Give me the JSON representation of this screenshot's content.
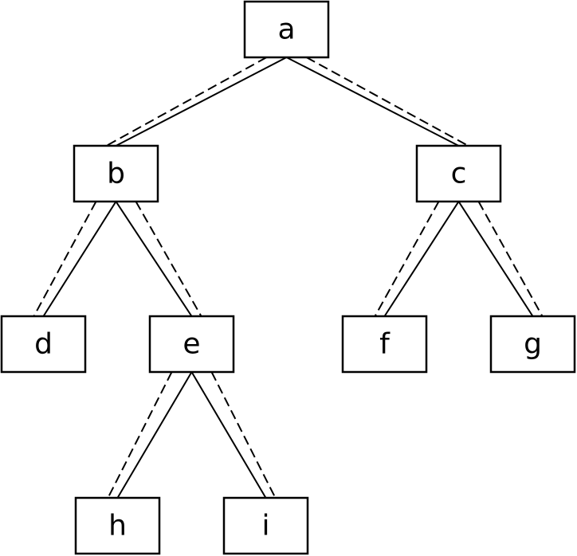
{
  "tree": {
    "nodes": [
      {
        "id": "a",
        "label": "a"
      },
      {
        "id": "b",
        "label": "b"
      },
      {
        "id": "c",
        "label": "c"
      },
      {
        "id": "d",
        "label": "d"
      },
      {
        "id": "e",
        "label": "e"
      },
      {
        "id": "f",
        "label": "f"
      },
      {
        "id": "g",
        "label": "g"
      },
      {
        "id": "h",
        "label": "h"
      },
      {
        "id": "i",
        "label": "i"
      }
    ],
    "edges": [
      {
        "from": "a",
        "to": "b"
      },
      {
        "from": "a",
        "to": "c"
      },
      {
        "from": "b",
        "to": "d"
      },
      {
        "from": "b",
        "to": "e"
      },
      {
        "from": "c",
        "to": "f"
      },
      {
        "from": "c",
        "to": "g"
      },
      {
        "from": "e",
        "to": "h"
      },
      {
        "from": "e",
        "to": "i"
      }
    ]
  }
}
